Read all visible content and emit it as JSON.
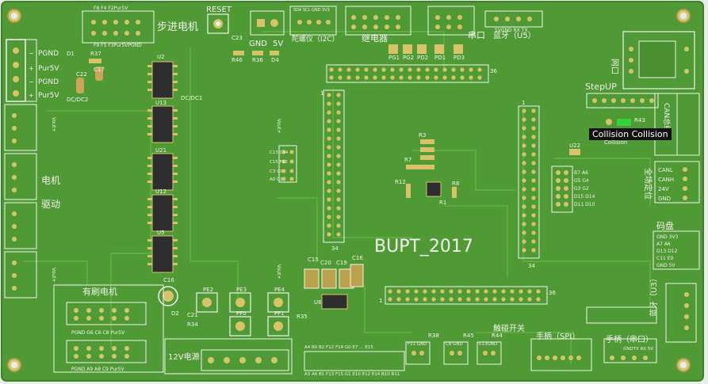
{
  "board": {
    "title": "BUPT_2017",
    "colors": {
      "board": "#4f9a34",
      "board_dark": "#3f7f28",
      "trace": "#5fae3e",
      "silk": "#f2f2ee",
      "pad": "#d7c46a",
      "pad_dark": "#b9a24a",
      "chip": "#2e2e2e",
      "led": "#37d13b"
    }
  },
  "labels": {
    "stepper": "步进电机",
    "reset": "RESET",
    "gnd": "GND",
    "v5": "5V",
    "relay": "继电器",
    "serial": "串口",
    "bt_u5": "蓝牙（U5）",
    "gyro": "陀螺仪（I2C）",
    "net": "网口",
    "stepup": "StepUP",
    "can_bus": "CAN总线",
    "dcdc": "DC/DC2",
    "dcdc1": "DC/DC1",
    "pgnd": "PGND",
    "pur5v": "Pur5V",
    "motor": "电机",
    "driver": "驱动",
    "brushed": "有刷电机",
    "power12": "12V电源",
    "touch": "触碰开关",
    "handle_spi": "手柄（SPI）",
    "handle_serial": "手柄（串口）",
    "code_disk": "码盘",
    "full_pos": "全场定位",
    "bt_u3": "蓝牙（U3）",
    "collision": "Collision",
    "tooltip": "Collision Collision",
    "u22": "U22",
    "r43": "R43",
    "pe2": "PE2",
    "pe3": "PE3",
    "pe4": "PE4",
    "pf0": "PF0",
    "pf1": "PF1",
    "u6": "U6",
    "c16": "C16",
    "c19": "C19",
    "c20": "C20",
    "c15": "C15",
    "c21": "C21",
    "c22": "C22",
    "c23": "C23",
    "c17": "C17",
    "d1": "D1",
    "d2": "D2",
    "d4": "D4",
    "r37": "R37",
    "r46": "R46",
    "r36": "R36",
    "r34": "R34",
    "r35": "R35",
    "r38": "R38",
    "r45": "R45",
    "r44": "R44",
    "r3": "R3",
    "r7": "R7",
    "r12": "R12",
    "r1": "R1",
    "r8": "R8",
    "pins_1": "1",
    "pins_34": "34",
    "pins_36": "36",
    "u2": "U2",
    "u13": "U13",
    "u21": "U21",
    "u12": "U12",
    "u5": "U5",
    "vout": "Vout+",
    "plus": "+",
    "minus": "−",
    "pg": [
      "PG1",
      "PG2",
      "PG3"
    ],
    "pd": [
      "PD2",
      "PD1",
      "PD3"
    ],
    "can_pins": [
      "CANL",
      "CANH",
      "24V",
      "GND"
    ],
    "code_pins": [
      "GND 3V3",
      "A7  A6",
      "D13 D12",
      "C11 E9",
      "GND 5V"
    ],
    "ad_pins": [
      "B7 A6",
      "G5 G4",
      "G3 G2",
      "D15 D14",
      "D11 D10"
    ],
    "c_pins": [
      "C13 C14",
      "C15 F10",
      "C3 C0",
      "A0 C2"
    ],
    "brushed_top": "PGND G6 C6 C8 Pur5V",
    "brushed_bot": "PGND A9 A8 C9 Pur5V",
    "stepper_top": "F8 F4 F2Pur5V",
    "stepper_bot": "F9 F5 F3Pur5VPGND",
    "gyro_pins": "SDA SCL GND 3V3",
    "bt_pins": "5VGND RX TX",
    "handle_serial_pins": "GNDTX RX 5V",
    "touch_pins": [
      "F11 GND",
      "C8 GND",
      "E13GND"
    ],
    "bottom_pins_top": "A4 B0 B2 F12 F14 G0 E7 … E15",
    "bottom_pins_bot": "A3 A6 B1 F13 F15 G1 E10 E12 E14 B10 B11"
  }
}
